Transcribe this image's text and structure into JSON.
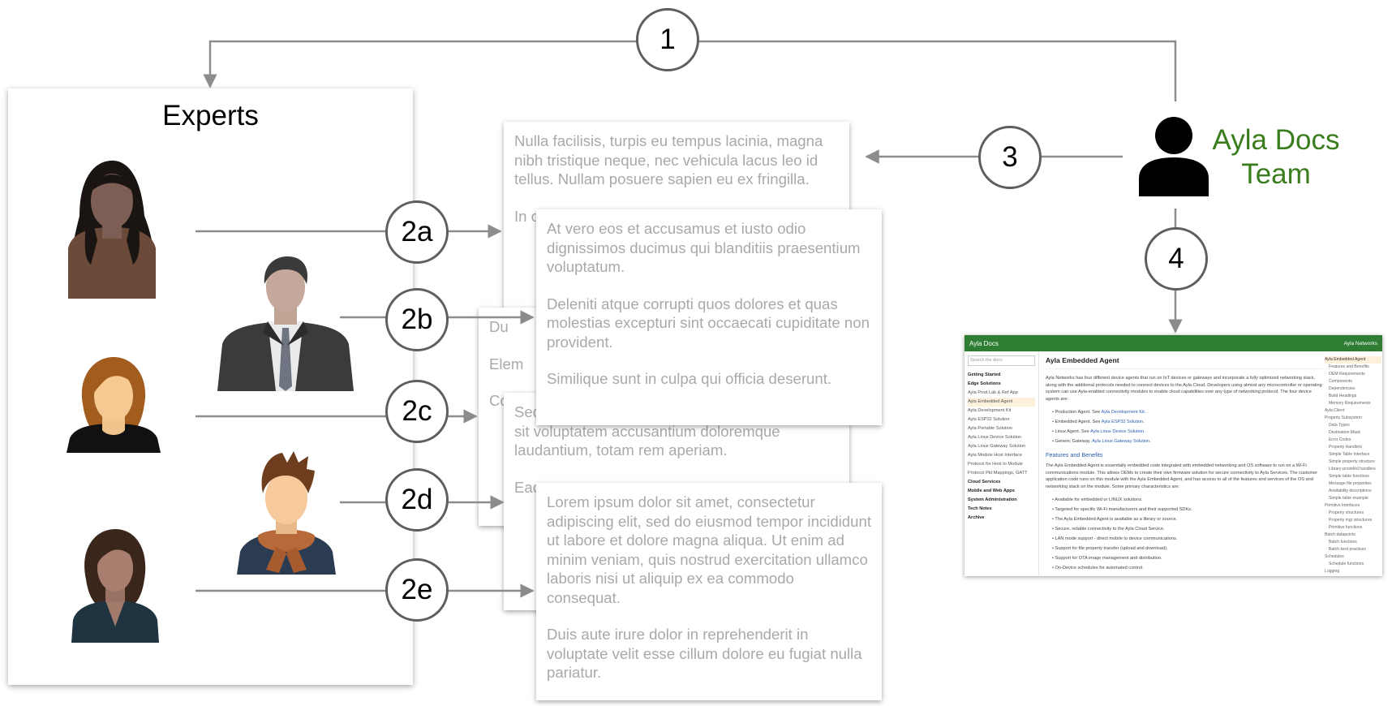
{
  "experts": {
    "title": "Experts",
    "people": [
      {
        "icon": "expert-woman-dark-hair-icon"
      },
      {
        "icon": "expert-man-suit-icon"
      },
      {
        "icon": "expert-woman-auburn-hair-icon"
      },
      {
        "icon": "expert-man-scarf-icon"
      },
      {
        "icon": "expert-woman-v-neck-icon"
      }
    ]
  },
  "steps": [
    "1",
    "2a",
    "2b",
    "2c",
    "2d",
    "2e",
    "3",
    "4"
  ],
  "team": {
    "label_line1": "Ayla Docs",
    "label_line2": "Team",
    "color": "#3a7d1e",
    "icon": "person-icon"
  },
  "documents": {
    "doc1": [
      "Nulla facilisis, turpis eu tempus lacinia, magna nibh tristique neque, nec vehicula lacus leo id tellus. Nullam posuere sapien eu ex fringilla.",
      "In c"
    ],
    "doc2": [
      "At vero eos et accusamus et iusto odio dignissimos ducimus qui blanditiis praesentium voluptatum.",
      "Deleniti atque corrupti quos dolores et quas molestias excepturi sint occaecati cupiditate non provident.",
      "Similique sunt in culpa qui officia deserunt."
    ],
    "doc3": [
      "Du",
      "Elem",
      "Co"
    ],
    "doc4": [
      "Sed ut perspiciatis unde omnis iste natus error sit voluptatem accusantium doloremque laudantium, totam rem aperiam.",
      "Eac"
    ],
    "doc5": [
      "Lorem ipsum dolor sit amet, consectetur adipiscing elit, sed do eiusmod tempor incididunt ut labore et dolore magna aliqua. Ut enim ad minim veniam, quis nostrud exercitation ullamco laboris nisi ut aliquip ex ea commodo consequat.",
      "Duis aute irure dolor in reprehenderit in voluptate velit esse cillum dolore eu fugiat nulla pariatur."
    ]
  },
  "docs_site": {
    "brand": "Ayla Docs",
    "brand_right": "Ayla Networks",
    "brand_color": "#2e7d32",
    "search_placeholder": "Search the docs",
    "nav": [
      {
        "label": "Getting Started",
        "bold": true
      },
      {
        "label": "Edge Solutions",
        "bold": true
      },
      {
        "label": "Ayla Prod Lab & Ref App",
        "bold": false
      },
      {
        "label": "Ayla Embedded Agent",
        "bold": false,
        "selected": true
      },
      {
        "label": "Ayla Development Kit",
        "bold": false
      },
      {
        "label": "Ayla ESP32 Solution",
        "bold": false
      },
      {
        "label": "Ayla Portable Solution",
        "bold": false
      },
      {
        "label": "Ayla Linux Device Solution",
        "bold": false
      },
      {
        "label": "Ayla Linux Gateway Solution",
        "bold": false
      },
      {
        "label": "Ayla Module Host Interface",
        "bold": false
      },
      {
        "label": "Protocol for Host to Module",
        "bold": false
      },
      {
        "label": "Protocol Pkt Mappings, GATT",
        "bold": false
      },
      {
        "label": "Cloud Services",
        "bold": true
      },
      {
        "label": "Mobile and Web Apps",
        "bold": true
      },
      {
        "label": "System Administration",
        "bold": true
      },
      {
        "label": "Tech Notes",
        "bold": true
      },
      {
        "label": "Archive",
        "bold": true
      }
    ],
    "page_title": "Ayla Embedded Agent",
    "intro": "Ayla Networks has four different device agents that run on IoT devices or gateways and incorporate a fully optimized networking stack, along with the additional protocols needed to connect devices to the Ayla Cloud. Developers using almost any microcontroller or operating system can use Ayla-enabled connectivity modules to enable cloud capabilities over any type of networking protocol. The four device agents are:",
    "agents": [
      {
        "text": "Production Agent. See ",
        "link": "Ayla Development Kit."
      },
      {
        "text": "Embedded Agent. See ",
        "link": "Ayla ESP32 Solution."
      },
      {
        "text": "Linux Agent. See ",
        "link": "Ayla Linux Device Solution."
      },
      {
        "text": "Generic Gateway. ",
        "link": "Ayla Linux Gateway Solution."
      }
    ],
    "features_heading": "Features and Benefits",
    "features_intro": "The Ayla Embedded Agent is essentially embedded code integrated with embedded networking and OS software to run on a Wi-Fi communications module. This allows OEMs to create their own firmware solution for secure connectivity to Ayla Services. The customer application code runs on this module with the Ayla Embedded Agent, and has access to all of the features and services of the OS and networking stack on the module. Some primary characteristics are:",
    "features": [
      "Available for embedded or LINUX solutions.",
      "Targeted for specific Wi-Fi manufacturers and their supported SDKs.",
      "The Ayla Embedded Agent is available as a library or source.",
      "Secure, reliable connectivity to the Ayla Cloud Service.",
      "LAN mode support - direct mobile to device communications.",
      "Support for file property transfer (upload and download).",
      "Support for OTA image management and distribution.",
      "On-Device schedules for automated control."
    ],
    "toc": [
      "Ayla Embedded Agent",
      "Features and Benefits",
      "OEM Requirements",
      "Components",
      "Dependencies",
      "Build Headings",
      "Memory Requirements",
      "Ayla Client",
      "Property Subsystem",
      "Data Types",
      "Destination Mask",
      "Error Codes",
      "Property Handlers",
      "Simple Table Interface",
      "Simple property structure",
      "Library-provided handlers",
      "Simple table functions",
      "Message file properties",
      "Availability descriptions",
      "Simple table example",
      "Primitive Interfaces",
      "Property structures",
      "Property mgr structures",
      "Primitive functions",
      "Batch datapoints",
      "Batch functions",
      "Batch best practices",
      "Schedules",
      "Schedule functions",
      "Logging"
    ]
  }
}
